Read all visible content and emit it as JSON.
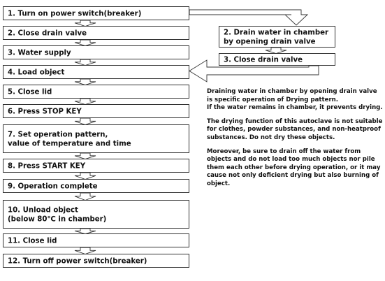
{
  "steps": [
    {
      "lines": [
        "1.  Turn on power switch(breaker)"
      ]
    },
    {
      "lines": [
        "2.  Close drain valve"
      ]
    },
    {
      "lines": [
        "3.  Water supply"
      ]
    },
    {
      "lines": [
        "4.  Load object"
      ]
    },
    {
      "lines": [
        "5.  Close lid"
      ]
    },
    {
      "lines": [
        "6.  Press STOP KEY"
      ]
    },
    {
      "lines": [
        "7.  Set operation pattern,",
        "     value of temperature and time"
      ]
    },
    {
      "lines": [
        "8.  Press START KEY"
      ]
    },
    {
      "lines": [
        "9.  Operation complete"
      ]
    },
    {
      "lines": [
        "10.  Unload object",
        "        (below 80℃ in chamber)"
      ]
    },
    {
      "lines": [
        "11.  Close lid"
      ]
    },
    {
      "lines": [
        "12.  Turn off power switch(breaker)"
      ]
    }
  ],
  "side_steps": [
    {
      "lines": [
        "2.  Drain water in chamber",
        "     by opening drain valve"
      ]
    },
    {
      "lines": [
        "3.  Close drain valve"
      ]
    }
  ],
  "note": {
    "p1": "Draining water in chamber by opening drain valve is specific operation of Drying pattern.",
    "p2": "If the water remains in chamber, it prevents drying.",
    "p3": "The drying function of this autoclave is not suitable for clothes, powder substances, and non-heatproof substances. Do not dry these objects.",
    "p4": "Moreover, be sure to drain off the water from objects and do not load too much objects nor pile them each other before drying operation, or it may cause not only deficient drying but also burning of object."
  },
  "colors": {
    "stroke": "#333333",
    "text": "#111111",
    "fill": "#ffffff"
  }
}
